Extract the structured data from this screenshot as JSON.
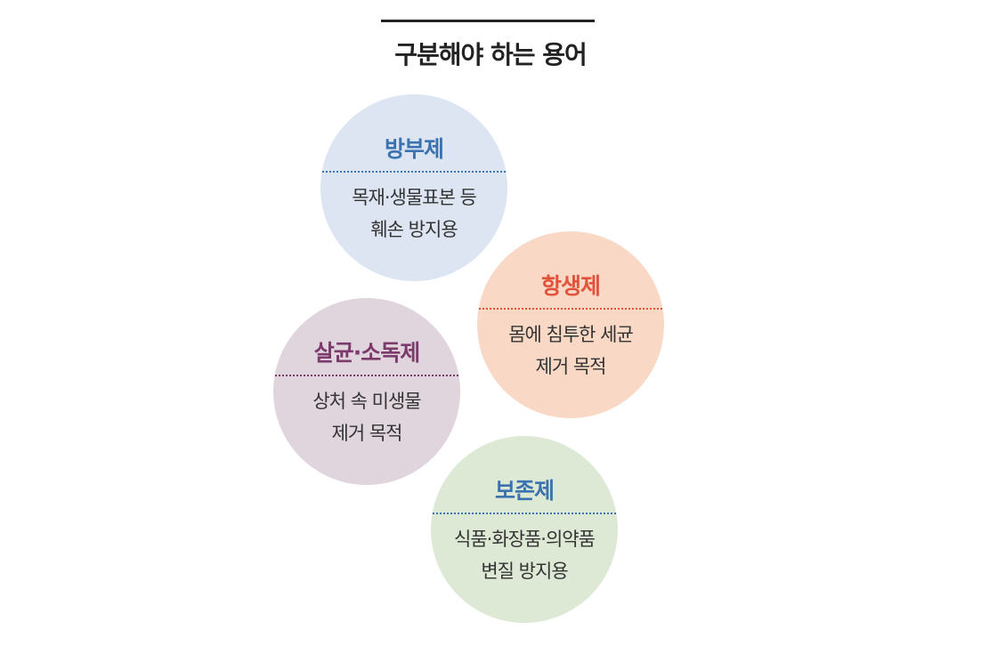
{
  "title": "구분해야 하는 용어",
  "terms": [
    {
      "name": "방부제",
      "line1": "목재·생물표본 등",
      "line2": "훼손 방지용",
      "color": "#3b72b0"
    },
    {
      "name": "항생제",
      "line1": "몸에 침투한 세균",
      "line2": "제거 목적",
      "color": "#e2533b"
    },
    {
      "name": "살균·소독제",
      "line1": "상처 속 미생물",
      "line2": "제거 목적",
      "color": "#7d3a6c"
    },
    {
      "name": "보존제",
      "line1": "식품·화장품·의약품",
      "line2": "변질 방지용",
      "color": "#3b72b0"
    }
  ]
}
